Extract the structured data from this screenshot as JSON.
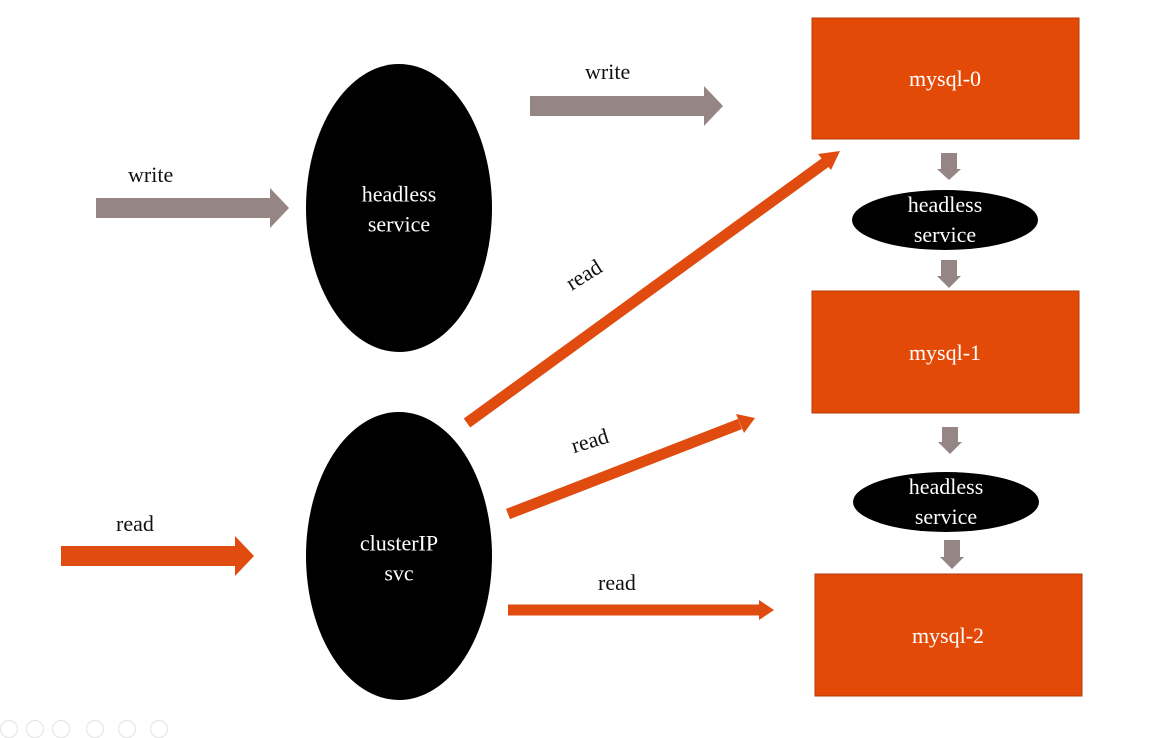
{
  "colors": {
    "gray_arrow": "#958585",
    "orange_arrow": "#e04b10",
    "pod_fill": "#e34a08",
    "node_fill": "#000000"
  },
  "left": {
    "write_label": "write",
    "read_label": "read",
    "headless_service": {
      "line1": "headless",
      "line2": "service"
    },
    "clusterip_svc": {
      "line1": "clusterIP",
      "line2": "svc"
    }
  },
  "flows": {
    "write_to_mysql0": "write",
    "read_to_mysql0": "read",
    "read_to_mysql1": "read",
    "read_to_mysql2": "read"
  },
  "pods": {
    "mysql0": "mysql-0",
    "mysql1": "mysql-1",
    "mysql2": "mysql-2"
  },
  "chain": {
    "headless1": {
      "line1": "headless",
      "line2": "service"
    },
    "headless2": {
      "line1": "headless",
      "line2": "service"
    }
  }
}
